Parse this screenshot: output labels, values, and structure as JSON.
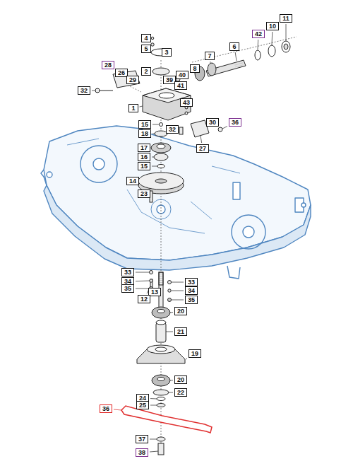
{
  "diagram": {
    "labels": [
      "11",
      "10",
      "42",
      "4",
      "6",
      "5",
      "3",
      "7",
      "28",
      "8",
      "2",
      "26",
      "40",
      "29",
      "39",
      "41",
      "32",
      "43",
      "1",
      "30",
      "36",
      "15",
      "32",
      "18",
      "17",
      "27",
      "16",
      "15",
      "14",
      "23",
      "33",
      "34",
      "33",
      "35",
      "34",
      "13",
      "12",
      "35",
      "20",
      "21",
      "19",
      "20",
      "22",
      "24",
      "25",
      "36",
      "37",
      "38"
    ]
  }
}
